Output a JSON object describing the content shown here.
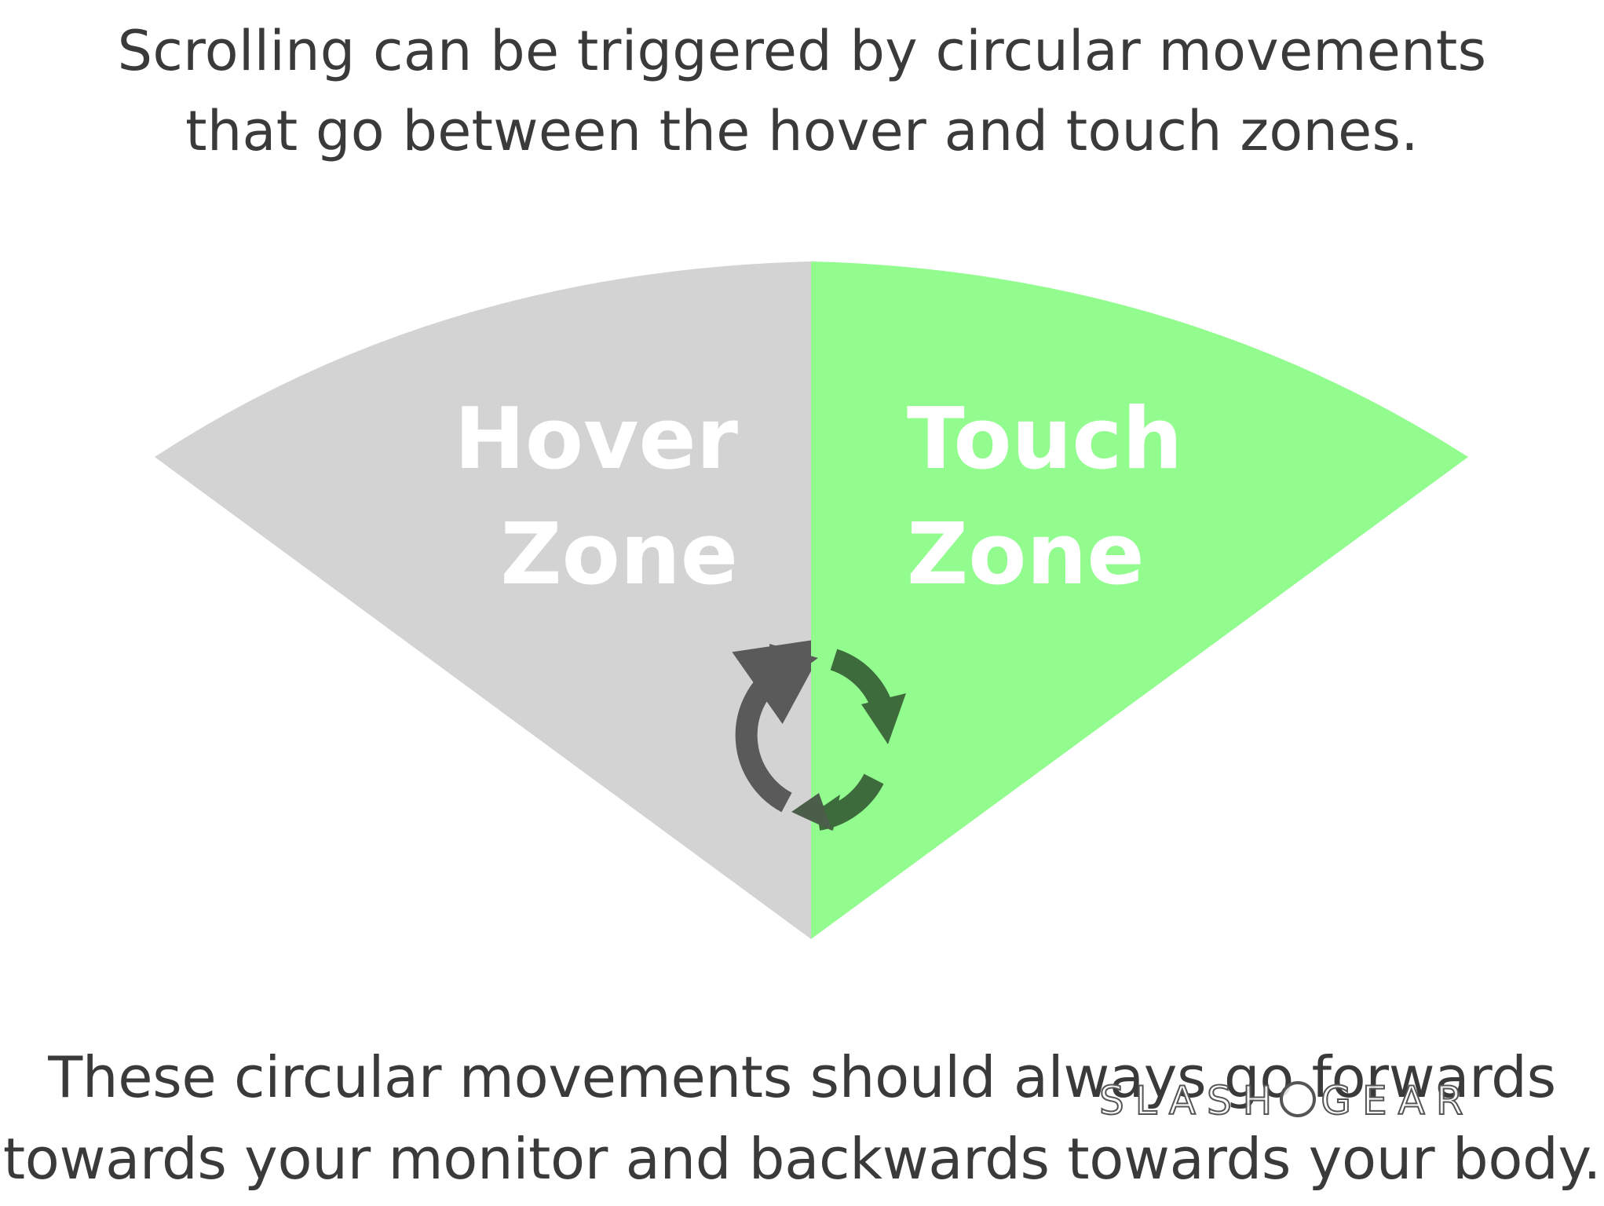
{
  "header": {
    "line1": "Scrolling can be triggered by circular movements",
    "line2": "that go between the hover and touch zones."
  },
  "zones": {
    "hover": {
      "line1": "Hover",
      "line2": "Zone",
      "color": "#d3d3d3"
    },
    "touch": {
      "line1": "Touch",
      "line2": "Zone",
      "color": "#92fc8f"
    }
  },
  "cycle_icon": "circular-arrows-icon",
  "footer": {
    "line1": "These circular movements should always go forwards",
    "line2": "towards your monitor and backwards towards your body."
  },
  "watermark": {
    "left": "SLASH",
    "right": "GEAR"
  }
}
